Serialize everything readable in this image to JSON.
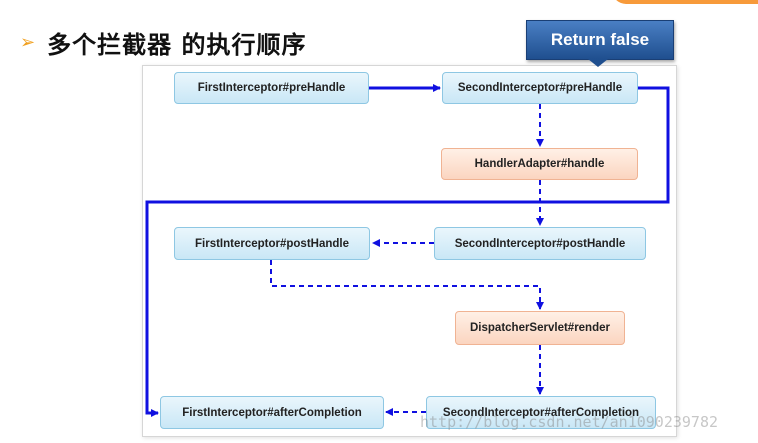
{
  "heading": {
    "bullet_icon": "arrow-right-bullet-icon",
    "text": "多个拦截器 的执行顺序"
  },
  "callout": {
    "text": "Return false"
  },
  "nodes": {
    "first_pre": "FirstInterceptor#preHandle",
    "second_pre": "SecondInterceptor#preHandle",
    "handler_adapter": "HandlerAdapter#handle",
    "second_post": "SecondInterceptor#postHandle",
    "first_post": "FirstInterceptor#postHandle",
    "dispatcher_render": "DispatcherServlet#render",
    "second_after": "SecondInterceptor#afterCompletion",
    "first_after": "FirstInterceptor#afterCompletion"
  },
  "watermark": "http://blog.csdn.net/an1090239782",
  "colors": {
    "arrow": "#1010e0",
    "node_blue_border": "#8ec7e3",
    "node_orange_border": "#f0b393",
    "callout": "#1f4f8f",
    "bullet": "#f0a020"
  }
}
